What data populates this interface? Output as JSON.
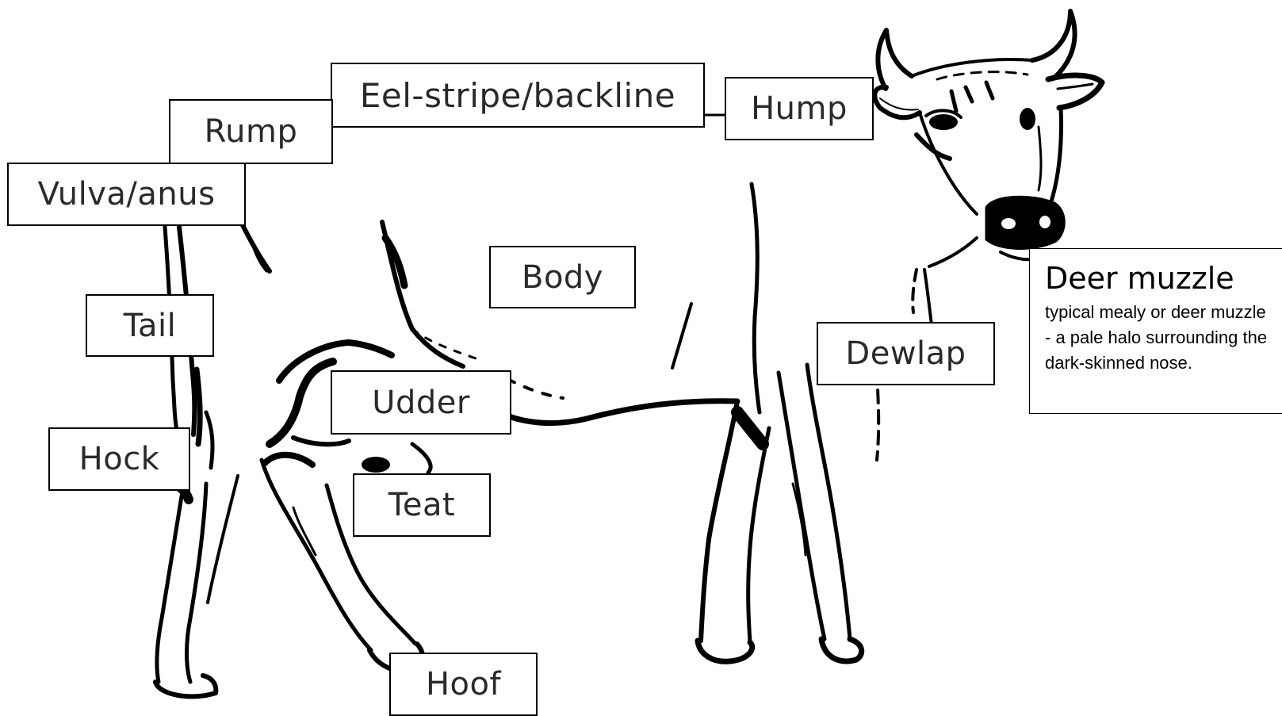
{
  "labels": {
    "eel_stripe": "Eel-stripe/backline",
    "rump": "Rump",
    "hump": "Hump",
    "vulva_anus": "Vulva/anus",
    "body": "Body",
    "tail": "Tail",
    "dewlap": "Dewlap",
    "udder": "Udder",
    "hock": "Hock",
    "teat": "Teat",
    "hoof": "Hoof"
  },
  "callout": {
    "title": "Deer muzzle",
    "description": "typical mealy or deer muzzle - a pale halo surrounding the dark-skinned nose."
  },
  "colors": {
    "ink": "#000000",
    "label_text": "#2a2a2a",
    "background": "#ffffff"
  }
}
